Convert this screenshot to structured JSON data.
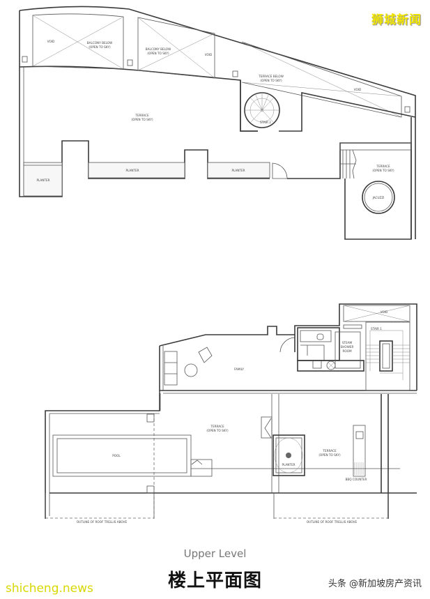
{
  "watermark_top": "狮城新闻",
  "plan_title_en": "Upper Level",
  "plan_title_zh": "楼上平面图",
  "watermark_bottom_left": "shicheng.news",
  "watermark_bottom_right": "头条 @新加坡房产资讯",
  "roof_plan": {
    "labels": {
      "void_1": "VOID",
      "balcony_1": "BALCONY BELOW",
      "balcony_1_sub": "(OPEN TO SKY)",
      "balcony_2": "BALCONY BELOW",
      "balcony_2_sub": "(OPEN TO SKY)",
      "void_2": "VOID",
      "terrace_below": "TERRACE BELOW",
      "terrace_below_sub": "(OPEN TO SKY)",
      "void_3": "VOID",
      "stair": "STAIR 2",
      "terrace_main": "TERRACE",
      "terrace_main_sub": "(OPEN TO SKY)",
      "planter_1": "PLANTER",
      "planter_2": "PLANTER",
      "planter_3": "PLANTER",
      "terrace_right": "TERRACE",
      "terrace_right_sub": "(OPEN TO SKY)",
      "jacuzzi": "JACUZZI"
    }
  },
  "upper_plan": {
    "labels": {
      "void": "VOID",
      "stair": "STAIR 1",
      "steam": "STEAM",
      "shower": "SHOWER",
      "room": "ROOM",
      "family": "FAMILY",
      "terrace_mid": "TERRACE",
      "terrace_mid_sub": "(OPEN TO SKY)",
      "pool": "POOL",
      "planter": "PLANTER",
      "terrace_right": "TERRACE",
      "terrace_right_sub": "(OPEN TO SKY)",
      "bbq": "BBQ COUNTER",
      "trellis_1": "OUTLINE OF ROOF TRELLIS ABOVE",
      "trellis_2": "OUTLINE OF ROOF TRELLIS ABOVE"
    }
  }
}
